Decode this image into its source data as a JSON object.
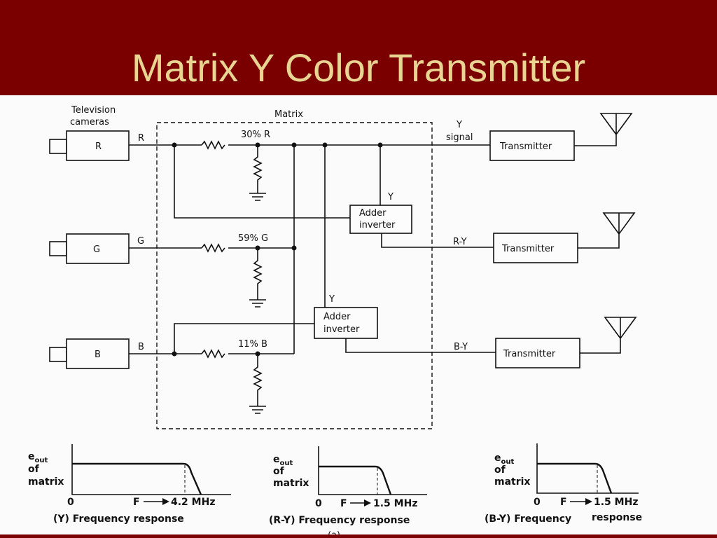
{
  "slide": {
    "title": "Matrix Y Color Transmitter"
  },
  "diagram": {
    "cameras_label_line1": "Television",
    "cameras_label_line2": "cameras",
    "matrix_label": "Matrix",
    "cameras": [
      {
        "box_label": "R",
        "line_label": "R"
      },
      {
        "box_label": "G",
        "line_label": "G"
      },
      {
        "box_label": "B",
        "line_label": "B"
      }
    ],
    "resistor_labels": [
      "30% R",
      "59% G",
      "11% B"
    ],
    "adders": [
      {
        "line1": "Adder",
        "line2": "inverter",
        "input_label": "Y"
      },
      {
        "line1": "Adder",
        "line2": "inverter",
        "input_label": "Y"
      }
    ],
    "outputs": [
      {
        "label_line1": "Y",
        "label_line2": "signal",
        "transmitter": "Transmitter"
      },
      {
        "label_line1": "R-Y",
        "label_line2": "",
        "transmitter": "Transmitter"
      },
      {
        "label_line1": "B-Y",
        "label_line2": "",
        "transmitter": "Transmitter"
      }
    ],
    "freq_graphs": [
      {
        "e": "e",
        "sub": "out",
        "of": "of",
        "matrix": "matrix",
        "origin": "0",
        "f": "F",
        "cutoff": "4.2 MHz",
        "caption": "(Y) Frequency response"
      },
      {
        "e": "e",
        "sub": "out",
        "of": "of",
        "matrix": "matrix",
        "origin": "0",
        "f": "F",
        "cutoff": "1.5 MHz",
        "caption": "(R-Y) Frequency response"
      },
      {
        "e": "e",
        "sub": "out",
        "of": "of",
        "matrix": "matrix",
        "origin": "0",
        "f": "F",
        "cutoff": "1.5 MHz",
        "caption": "(B-Y) Frequency",
        "caption2": "response"
      }
    ],
    "figure_tag": "(a)"
  }
}
